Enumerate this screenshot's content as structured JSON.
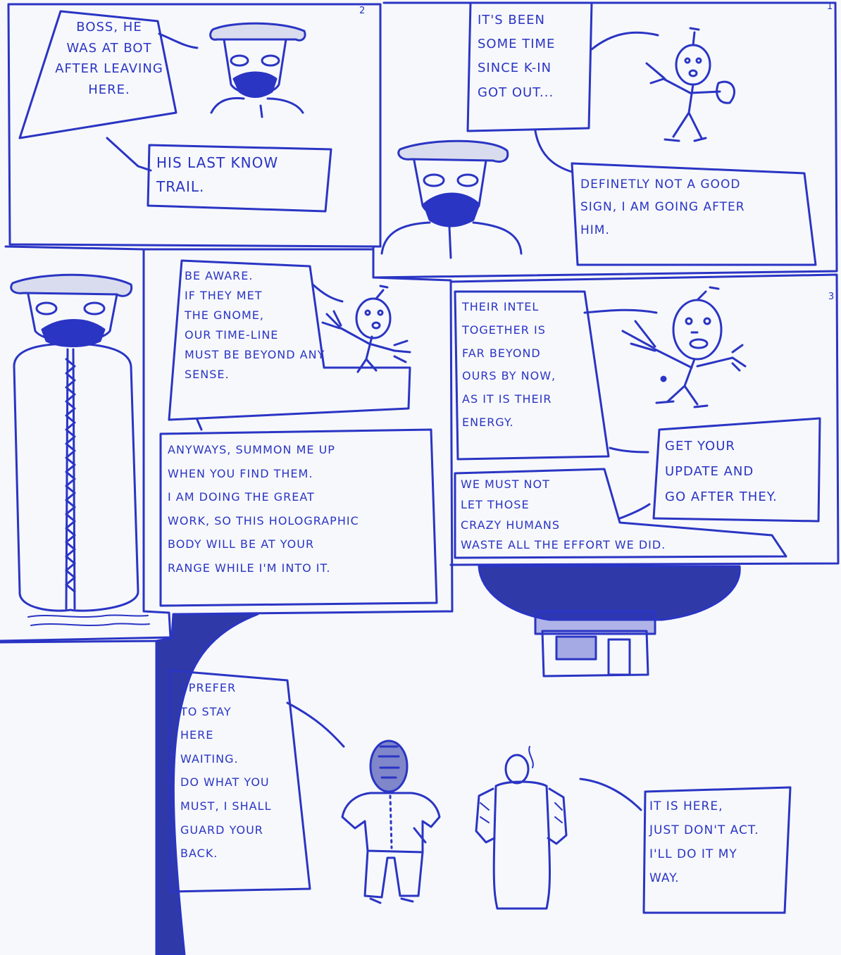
{
  "page_numbers": {
    "p1": "1",
    "p2": "2",
    "p3": "3"
  },
  "colors": {
    "ink": "#2a35c4",
    "paper": "#f7f8fb",
    "fill": "#2f3aa8"
  },
  "panels": {
    "top_left": {
      "bubble_1": "Boss, he\nwas at bot\nafter leaving\nhere.",
      "caption": "His last know\ntrail."
    },
    "top_right": {
      "bubble_1": "It's been\nsome time\nsince K-in\ngot out...",
      "bubble_2": "Definetly not a good\nsign, I am going after\nhim."
    },
    "middle_center": {
      "bubble_1": "Be aware.\nIf they met\nthe gnome,\nour time-line\nmust be beyond any\nsense.",
      "bubble_2": "Anyways, summon me up\nwhen you find them.\nI am doing the great\nwork, so this holographic\nbody will be at your\nrange while I'm into it."
    },
    "middle_right": {
      "bubble_1": "Their intel\ntogether is\nfar beyond\nours by now,\nas it is their\nenergy.",
      "bubble_2": "Get your\nupdate and\ngo after they.",
      "bubble_3": "We must not\nlet those\ncrazy humans\nwaste all the effort we did."
    },
    "bottom": {
      "bubble_1": "I prefer\nto stay\nhere\nwaiting.\nDo what you\nmust, I shall\nguard your\nback.",
      "bubble_2": "It is here,\nJust don't act.\nI'll do it my\nway."
    }
  }
}
